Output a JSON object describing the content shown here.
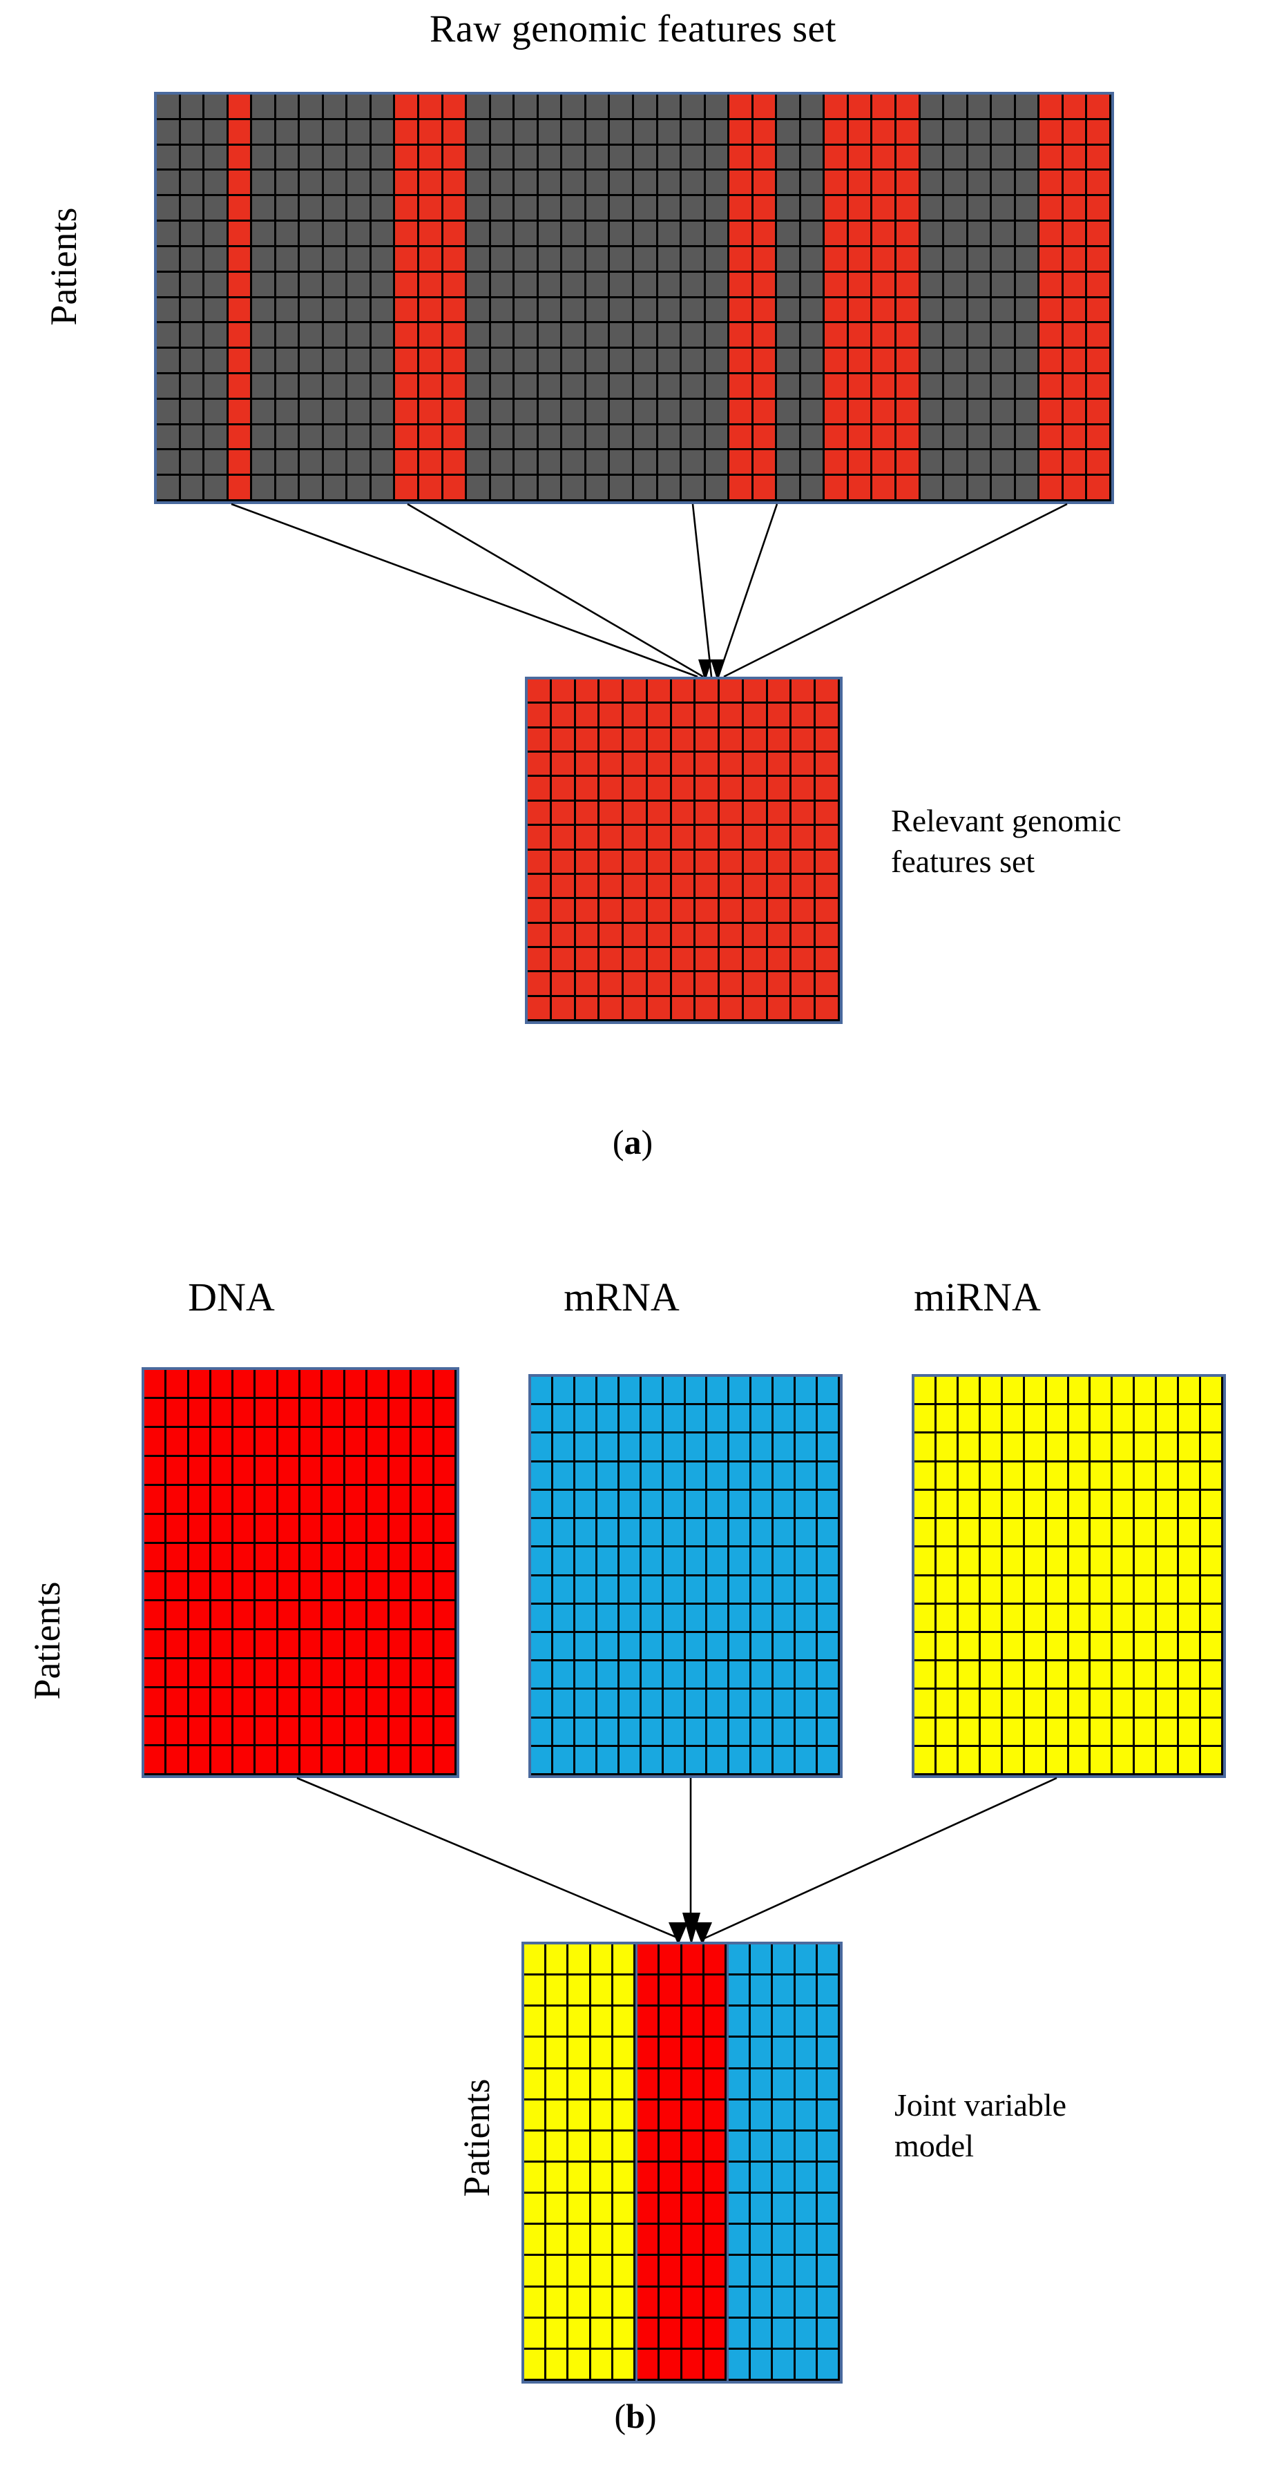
{
  "figure": {
    "panel_a": {
      "title": "Raw genomic features set",
      "y_axis_label": "Patients",
      "result_caption_line1": "Relevant genomic",
      "result_caption_line2": "features set",
      "panel_letter": "a",
      "raw_matrix": {
        "rows": 16,
        "cols": 40,
        "base_color": "#595959",
        "highlight_color": "#e8301f",
        "border_color": "#4a6a9e",
        "gridline_color": "#000000",
        "highlighted_columns": [
          3,
          10,
          11,
          12,
          24,
          25,
          28,
          29,
          30,
          31,
          37,
          38,
          39
        ]
      },
      "relevant_matrix": {
        "rows": 14,
        "cols": 13,
        "fill_color": "#e8301f",
        "border_color": "#4a6a9e"
      },
      "arrow_count": 5
    },
    "panel_b": {
      "panel_letter": "b",
      "y_axis_label": "Patients",
      "joint_y_axis_label": "Patients",
      "result_caption_line1": "Joint variable",
      "result_caption_line2": "model",
      "sources": [
        {
          "name": "DNA",
          "color": "#fb0000",
          "rows": 14,
          "cols": 14
        },
        {
          "name": "mRNA",
          "color": "#19a8e0",
          "rows": 14,
          "cols": 14
        },
        {
          "name": "miRNA",
          "color": "#fdfc01",
          "rows": 14,
          "cols": 14
        }
      ],
      "joint_matrix": {
        "rows": 14,
        "border_color": "#4a6a9e",
        "segments": [
          {
            "name": "miRNA",
            "color": "#fdfc01",
            "cols": 5
          },
          {
            "name": "DNA",
            "color": "#fb0000",
            "cols": 4
          },
          {
            "name": "mRNA",
            "color": "#19a8e0",
            "cols": 5
          }
        ]
      },
      "arrow_count": 3
    }
  },
  "palette": {
    "gray": "#595959",
    "red_dark": "#e8301f",
    "red_bright": "#fb0000",
    "blue": "#19a8e0",
    "yellow": "#fdfc01",
    "matrix_border": "#4a6a9e",
    "gridline": "#000000",
    "background": "#ffffff"
  }
}
